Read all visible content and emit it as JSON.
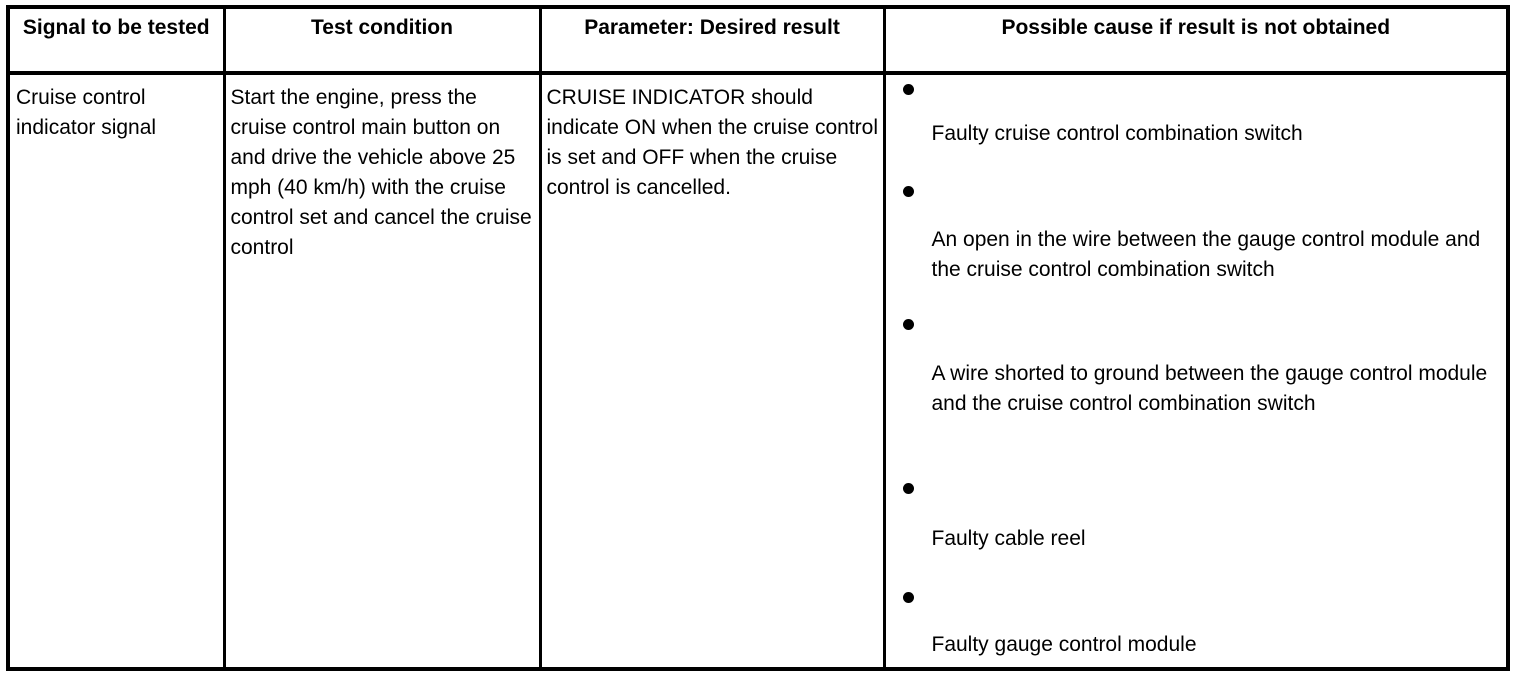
{
  "table": {
    "headers": [
      "Signal to be tested",
      "Test condition",
      "Parameter: Desired result",
      "Possible cause if result is not obtained"
    ],
    "row": {
      "signal": "Cruise control indicator signal",
      "test_condition": "Start the engine, press the cruise control main button on and drive the vehicle above 25 mph (40 km/h) with the cruise control set and cancel the cruise control",
      "desired_result": "CRUISE INDICATOR should indicate ON when the cruise control is set and OFF when the cruise control is cancelled.",
      "possible_causes": [
        "Faulty cruise control combination switch",
        "An open in the wire between the gauge control module and the cruise control combination switch",
        "A wire shorted to ground between the gauge control module and the cruise control combination switch",
        "Faulty cable reel",
        "Faulty gauge control module"
      ]
    }
  },
  "colors": {
    "text": "#000000",
    "background": "#ffffff",
    "border": "#000000"
  }
}
